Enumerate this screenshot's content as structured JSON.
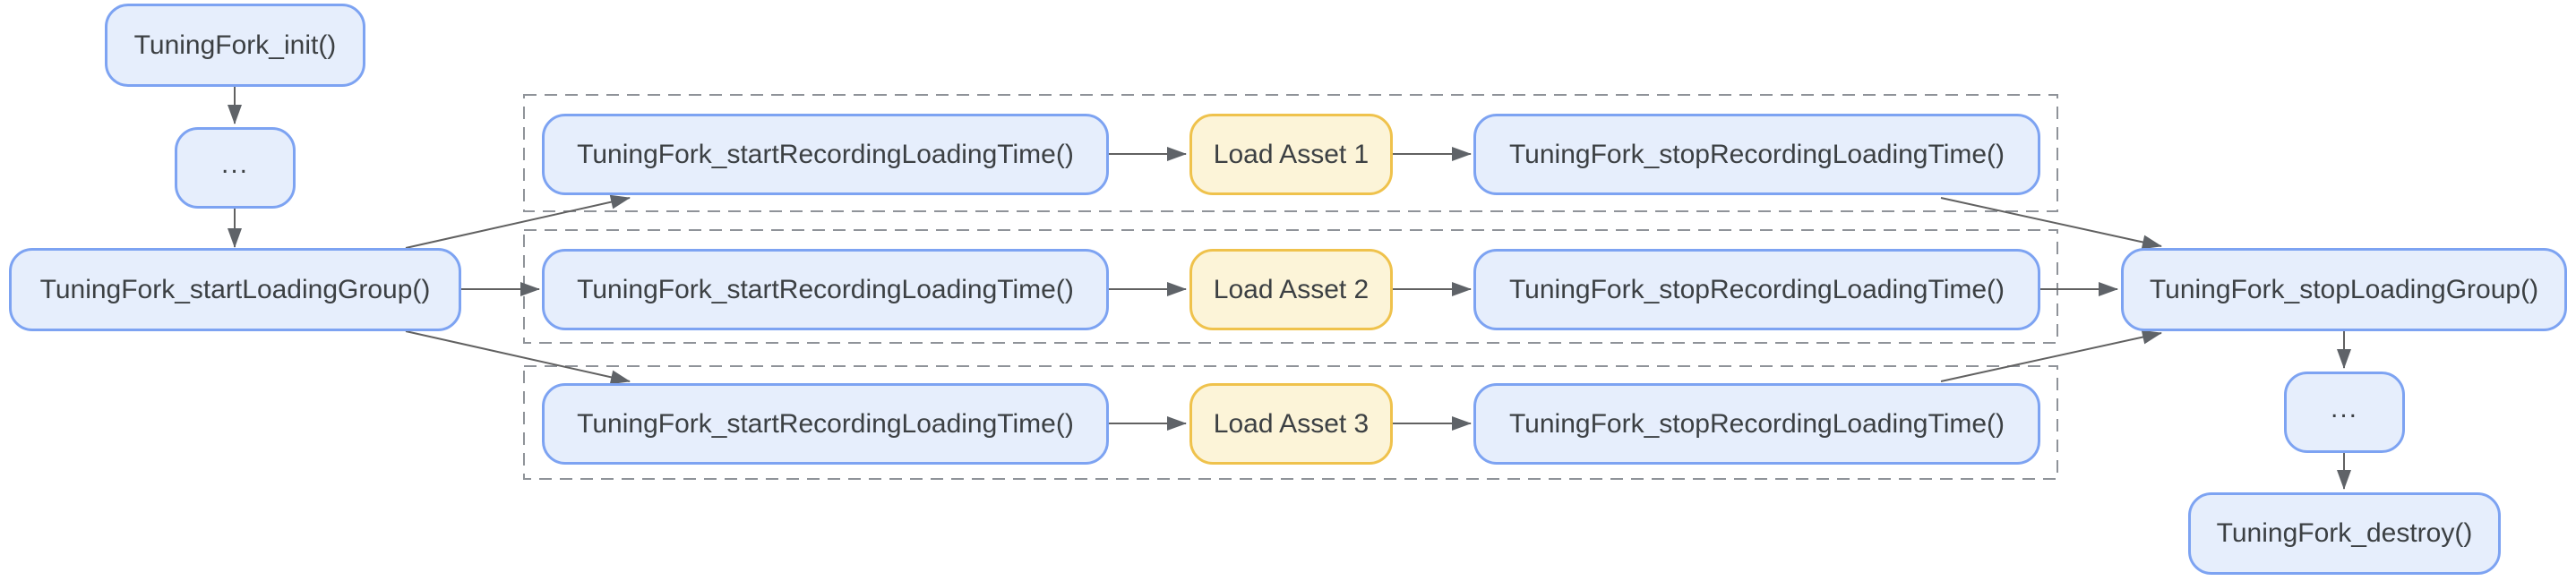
{
  "diagram": {
    "nodes": {
      "init": {
        "label": "TuningFork_init()"
      },
      "ellipsis_top": {
        "label": "..."
      },
      "start_loading_group": {
        "label": "TuningFork_startLoadingGroup()"
      },
      "row1_start": {
        "label": "TuningFork_startRecordingLoadingTime()"
      },
      "row1_load": {
        "label": "Load Asset 1"
      },
      "row1_stop": {
        "label": "TuningFork_stopRecordingLoadingTime()"
      },
      "row2_start": {
        "label": "TuningFork_startRecordingLoadingTime()"
      },
      "row2_load": {
        "label": "Load Asset 2"
      },
      "row2_stop": {
        "label": "TuningFork_stopRecordingLoadingTime()"
      },
      "row3_start": {
        "label": "TuningFork_startRecordingLoadingTime()"
      },
      "row3_load": {
        "label": "Load Asset 3"
      },
      "row3_stop": {
        "label": "TuningFork_stopRecordingLoadingTime()"
      },
      "stop_loading_group": {
        "label": "TuningFork_stopLoadingGroup()"
      },
      "ellipsis_bottom": {
        "label": "..."
      },
      "destroy": {
        "label": "TuningFork_destroy()"
      }
    }
  },
  "colors": {
    "node_fill": "#e6eefc",
    "node_border": "#7da3f2",
    "asset_fill": "#fcf4d8",
    "asset_border": "#efc24c",
    "edge": "#616161",
    "arrowhead": "#5f6368",
    "group_border": "#8f9399",
    "text": "#3c4043"
  }
}
